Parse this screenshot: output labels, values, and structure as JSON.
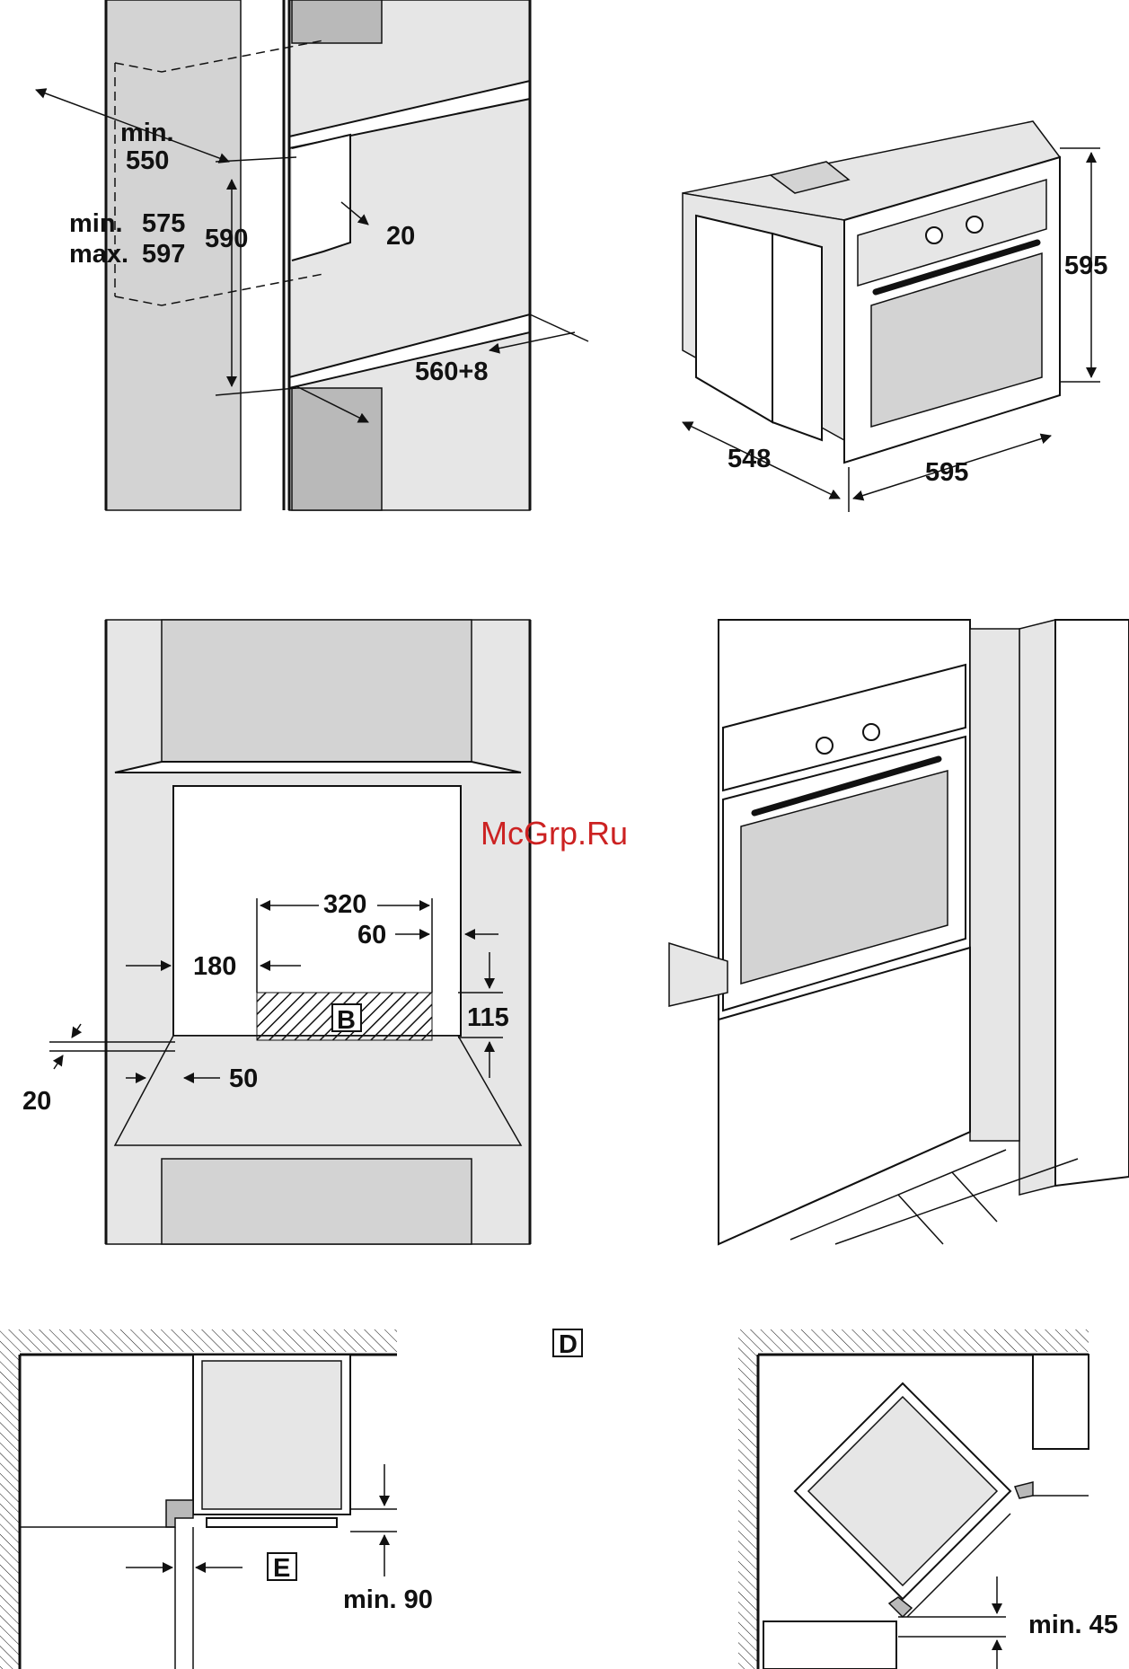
{
  "watermark": "McGrp.Ru",
  "colors": {
    "panel": "#d3d3d3",
    "panel_dark": "#b9b9b9",
    "line": "#111111",
    "watermark": "#cc2222"
  },
  "figure_1": {
    "labels": {
      "depth_min": "min.",
      "depth_min_value": "550",
      "height_min_label": "min.",
      "height_min_value": "575",
      "height_max_label": "max.",
      "height_max_value": "597",
      "height": "590",
      "gap": "20",
      "width": "560+8"
    }
  },
  "figure_2": {
    "labels": {
      "height": "595",
      "depth": "548",
      "width": "595"
    }
  },
  "figure_3": {
    "labels": {
      "cutout_width": "320",
      "offset_right": "60",
      "offset_left": "180",
      "area_marker": "B",
      "cutout_height": "115",
      "side_gap": "20",
      "plinth": "50"
    }
  },
  "figure_5": {
    "labels": {
      "marker_d": "D",
      "marker_e": "E",
      "clearance": "min. 90"
    }
  },
  "figure_6": {
    "labels": {
      "clearance": "min. 45"
    }
  }
}
